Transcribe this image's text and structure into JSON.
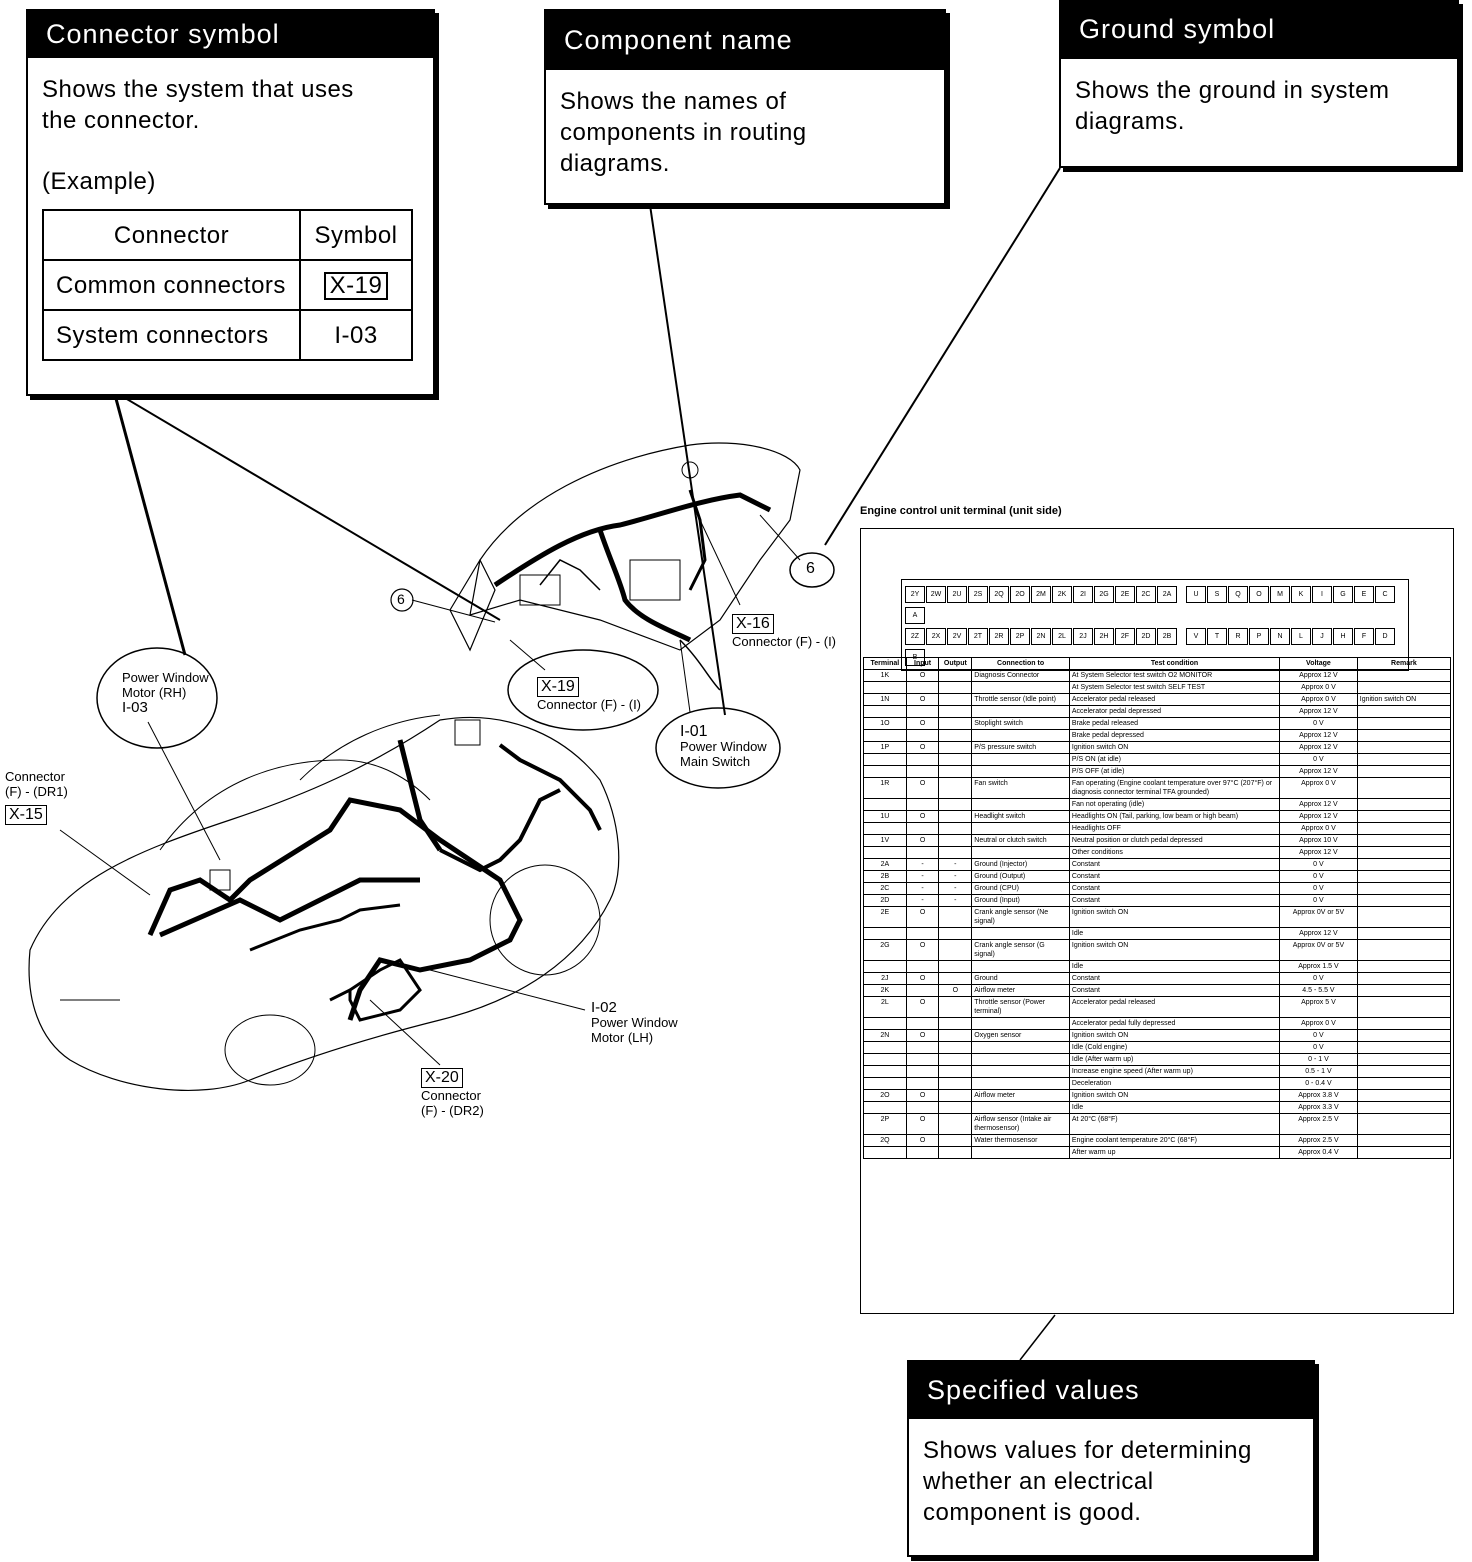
{
  "connector_callout": {
    "title": "Connector symbol",
    "line1": "Shows the system that uses",
    "line2": "the connector.",
    "example": "(Example)",
    "table": {
      "headers": [
        "Connector",
        "Symbol"
      ],
      "rows": [
        {
          "name": "Common connectors",
          "symbol": "X-19"
        },
        {
          "name": "System connectors",
          "symbol": "I-03"
        }
      ]
    }
  },
  "component_callout": {
    "title": "Component name",
    "line1": "Shows the names of",
    "line2": "components in routing",
    "line3": "diagrams."
  },
  "ground_callout": {
    "title": "Ground symbol",
    "line1": "Shows the ground in system",
    "line2": "diagrams."
  },
  "specified_callout": {
    "title": "Specified values",
    "line1": "Shows values for determining",
    "line2": "whether an electrical",
    "line3": "component is good."
  },
  "diagram_labels": {
    "ground_6": "6",
    "x16": "X-16",
    "x16_sub": "Connector (F) - (I)",
    "x19": "X-19",
    "x19_sub": "Connector (F) - (I)",
    "i01": "I-01",
    "i01_sub1": "Power Window",
    "i01_sub2": "Main Switch",
    "i03_l1": "Power Window",
    "i03_l2": "Motor (RH)",
    "i03_l3": "I-03",
    "x15_l1": "Connector",
    "x15_l2": "(F) - (DR1)",
    "x15": "X-15",
    "i02": "I-02",
    "i02_l1": "Power Window",
    "i02_l2": "Motor (LH)",
    "x20": "X-20",
    "x20_l1": "Connector",
    "x20_l2": "(F) - (DR2)"
  },
  "ecu_table": {
    "title": "Engine control unit terminal (unit side)",
    "pins_row1": [
      "2Y",
      "2W",
      "2U",
      "2S",
      "2Q",
      "2O",
      "2M",
      "2K",
      "2I",
      "2G",
      "2E",
      "2C",
      "2A",
      "U",
      "S",
      "Q",
      "O",
      "M",
      "K",
      "I",
      "G",
      "E",
      "C",
      "A"
    ],
    "pins_row2": [
      "2Z",
      "2X",
      "2V",
      "2T",
      "2R",
      "2P",
      "2N",
      "2L",
      "2J",
      "2H",
      "2F",
      "2D",
      "2B",
      "V",
      "T",
      "R",
      "P",
      "N",
      "L",
      "J",
      "H",
      "F",
      "D",
      "B"
    ],
    "headers": [
      "Terminal",
      "Input",
      "Output",
      "Connection to",
      "Test condition",
      "Voltage",
      "Remark"
    ],
    "rows": [
      [
        "1K",
        "O",
        "",
        "Diagnosis Connector",
        "At System Selector test switch O2 MONITOR",
        "Approx 12 V",
        ""
      ],
      [
        "",
        "",
        "",
        "",
        "At System Selector test switch SELF TEST",
        "Approx 0 V",
        ""
      ],
      [
        "1N",
        "O",
        "",
        "Throttle sensor (Idle point)",
        "Accelerator pedal released",
        "Approx 0 V",
        "Ignition switch ON"
      ],
      [
        "",
        "",
        "",
        "",
        "Accelerator pedal depressed",
        "Approx 12 V",
        ""
      ],
      [
        "1O",
        "O",
        "",
        "Stoplight switch",
        "Brake pedal released",
        "0 V",
        ""
      ],
      [
        "",
        "",
        "",
        "",
        "Brake pedal depressed",
        "Approx 12 V",
        ""
      ],
      [
        "1P",
        "O",
        "",
        "P/S pressure switch",
        "Ignition switch ON",
        "Approx 12 V",
        ""
      ],
      [
        "",
        "",
        "",
        "",
        "P/S ON (at idle)",
        "0 V",
        ""
      ],
      [
        "",
        "",
        "",
        "",
        "P/S OFF (at idle)",
        "Approx 12 V",
        ""
      ],
      [
        "1R",
        "O",
        "",
        "Fan switch",
        "Fan operating (Engine coolant temperature over 97°C (207°F) or diagnosis connector terminal TFA grounded)",
        "Approx 0 V",
        ""
      ],
      [
        "",
        "",
        "",
        "",
        "Fan not operating (idle)",
        "Approx 12 V",
        ""
      ],
      [
        "1U",
        "O",
        "",
        "Headlight switch",
        "Headlights ON (Tail, parking, low beam or high beam)",
        "Approx 12 V",
        ""
      ],
      [
        "",
        "",
        "",
        "",
        "Headlights OFF",
        "Approx 0 V",
        ""
      ],
      [
        "1V",
        "O",
        "",
        "Neutral or clutch switch",
        "Neutral position or clutch pedal depressed",
        "Approx 10 V",
        ""
      ],
      [
        "",
        "",
        "",
        "",
        "Other conditions",
        "Approx 12 V",
        ""
      ],
      [
        "2A",
        "-",
        "-",
        "Ground (Injector)",
        "Constant",
        "0 V",
        ""
      ],
      [
        "2B",
        "-",
        "-",
        "Ground (Output)",
        "Constant",
        "0 V",
        ""
      ],
      [
        "2C",
        "-",
        "-",
        "Ground (CPU)",
        "Constant",
        "0 V",
        ""
      ],
      [
        "2D",
        "-",
        "-",
        "Ground (Input)",
        "Constant",
        "0 V",
        ""
      ],
      [
        "2E",
        "O",
        "",
        "Crank angle sensor (Ne signal)",
        "Ignition switch ON",
        "Approx 0V or 5V",
        ""
      ],
      [
        "",
        "",
        "",
        "",
        "Idle",
        "Approx 12 V",
        ""
      ],
      [
        "2G",
        "O",
        "",
        "Crank angle sensor (G signal)",
        "Ignition switch ON",
        "Approx 0V or 5V",
        ""
      ],
      [
        "",
        "",
        "",
        "",
        "Idle",
        "Approx 1.5 V",
        ""
      ],
      [
        "2J",
        "O",
        "",
        "Ground",
        "Constant",
        "0 V",
        ""
      ],
      [
        "2K",
        "",
        "O",
        "Airflow meter",
        "Constant",
        "4.5 - 5.5 V",
        ""
      ],
      [
        "2L",
        "O",
        "",
        "Throttle sensor (Power terminal)",
        "Accelerator pedal released",
        "Approx 5 V",
        ""
      ],
      [
        "",
        "",
        "",
        "",
        "Accelerator pedal fully depressed",
        "Approx 0 V",
        ""
      ],
      [
        "2N",
        "O",
        "",
        "Oxygen sensor",
        "Ignition switch ON",
        "0 V",
        ""
      ],
      [
        "",
        "",
        "",
        "",
        "Idle (Cold engine)",
        "0 V",
        ""
      ],
      [
        "",
        "",
        "",
        "",
        "Idle (After warm up)",
        "0 - 1 V",
        ""
      ],
      [
        "",
        "",
        "",
        "",
        "Increase engine speed (After warm up)",
        "0.5 - 1 V",
        ""
      ],
      [
        "",
        "",
        "",
        "",
        "Deceleration",
        "0 - 0.4 V",
        ""
      ],
      [
        "2O",
        "O",
        "",
        "Airflow meter",
        "Ignition switch ON",
        "Approx 3.8 V",
        ""
      ],
      [
        "",
        "",
        "",
        "",
        "Idle",
        "Approx 3.3 V",
        ""
      ],
      [
        "2P",
        "O",
        "",
        "Airflow sensor (Intake air thermosensor)",
        "At 20°C (68°F)",
        "Approx 2.5 V",
        ""
      ],
      [
        "2Q",
        "O",
        "",
        "Water thermosensor",
        "Engine coolant temperature 20°C (68°F)",
        "Approx 2.5 V",
        ""
      ],
      [
        "",
        "",
        "",
        "",
        "After warm up",
        "Approx 0.4 V",
        ""
      ]
    ]
  }
}
